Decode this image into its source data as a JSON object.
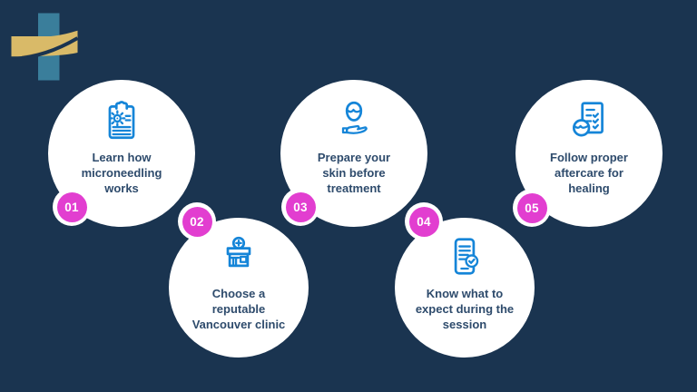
{
  "page": {
    "background_color": "#1a3450",
    "accent_color": "#e23ed0",
    "icon_color": "#1585d8",
    "text_color": "#2e4b6c"
  },
  "logo": {
    "name": "medical-cross-logo",
    "teal_color": "#3a7e9b",
    "gold_color": "#d9ba68",
    "gold_dark_color": "#b9994f"
  },
  "steps": [
    {
      "number": "01",
      "icon": "clipboard-gear-icon",
      "label": "Learn how microneedling works",
      "lines": [
        "Learn how",
        "microneedling",
        "works"
      ]
    },
    {
      "number": "02",
      "icon": "clinic-building-icon",
      "label": "Choose a reputable Vancouver clinic",
      "lines": [
        "Choose a",
        "reputable",
        "Vancouver clinic"
      ]
    },
    {
      "number": "03",
      "icon": "face-in-hand-icon",
      "label": "Prepare your skin before treatment",
      "lines": [
        "Prepare your",
        "skin before",
        "treatment"
      ]
    },
    {
      "number": "04",
      "icon": "phone-checklist-icon",
      "label": "Know what to expect during the session",
      "lines": [
        "Know what to",
        "expect during the",
        "session"
      ]
    },
    {
      "number": "05",
      "icon": "aftercare-checklist-icon",
      "label": "Follow proper aftercare for healing",
      "lines": [
        "Follow proper",
        "aftercare for",
        "healing"
      ]
    }
  ]
}
